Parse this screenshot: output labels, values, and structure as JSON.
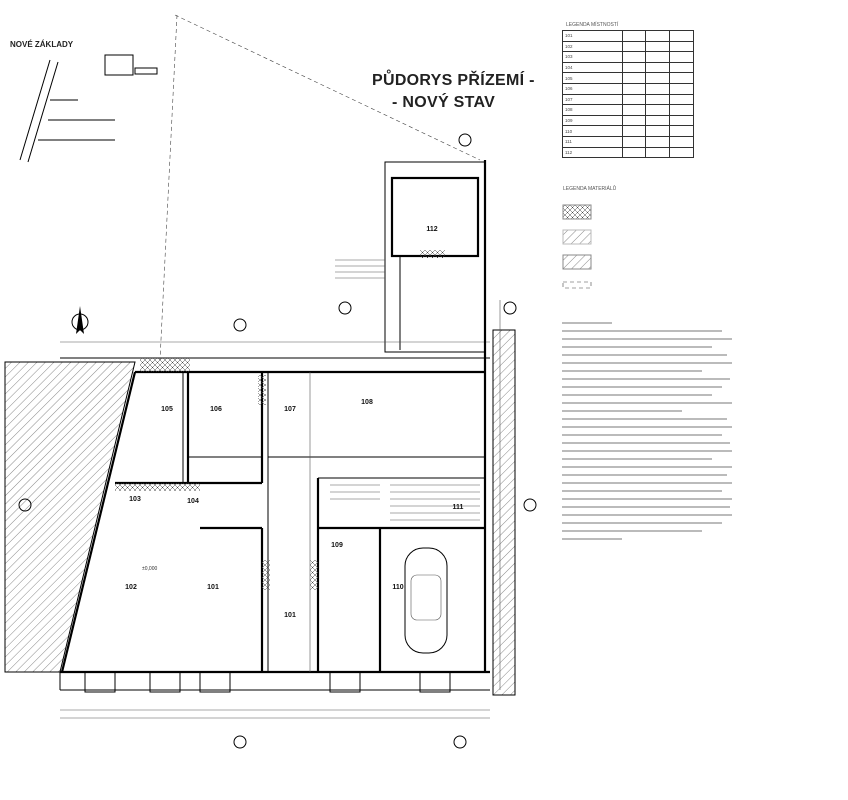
{
  "title": {
    "line1": "PŮDORYS PŘÍZEMÍ -",
    "line2": "- NOVÝ STAV"
  },
  "detail": {
    "title": "NOVÉ ZÁKLADY"
  },
  "room_table": {
    "title": "LEGENDA MÍSTNOSTÍ",
    "rows": [
      [
        "101",
        "",
        "",
        ""
      ],
      [
        "102",
        "",
        "",
        ""
      ],
      [
        "103",
        "",
        "",
        ""
      ],
      [
        "104",
        "",
        "",
        ""
      ],
      [
        "105",
        "",
        "",
        ""
      ],
      [
        "106",
        "",
        "",
        ""
      ],
      [
        "107",
        "",
        "",
        ""
      ],
      [
        "108",
        "",
        "",
        ""
      ],
      [
        "109",
        "",
        "",
        ""
      ],
      [
        "110",
        "",
        "",
        ""
      ],
      [
        "111",
        "",
        "",
        ""
      ],
      [
        "112",
        "",
        "",
        ""
      ]
    ]
  },
  "legend": {
    "title": "LEGENDA MATERIÁLŮ"
  },
  "rooms": [
    {
      "id": "105"
    },
    {
      "id": "106"
    },
    {
      "id": "107"
    },
    {
      "id": "108"
    },
    {
      "id": "103"
    },
    {
      "id": "104"
    },
    {
      "id": "102"
    },
    {
      "id": "101"
    },
    {
      "id": "101"
    },
    {
      "id": "109"
    },
    {
      "id": "110"
    },
    {
      "id": "111"
    },
    {
      "id": "112"
    }
  ],
  "level_mark": "±0,000",
  "colors": {
    "line": "#000000",
    "hatch": "#555555"
  }
}
